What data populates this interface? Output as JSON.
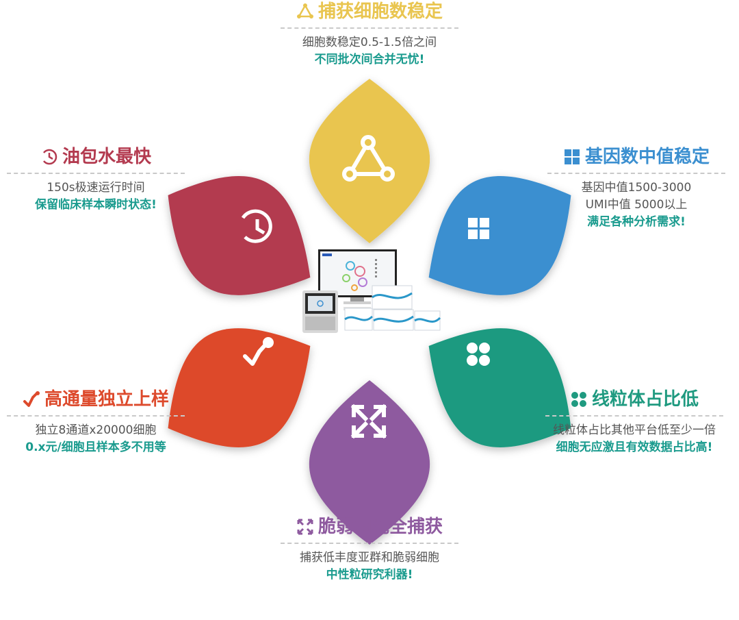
{
  "colors": {
    "yellow": "#e9c54f",
    "blue": "#3b8fd0",
    "green": "#1f9a80",
    "purple": "#8e5a9f",
    "orange": "#dd4a2c",
    "crimson": "#b33a4f",
    "teal_text": "#1a9b8e"
  },
  "features": {
    "capture": {
      "title": "捕获细胞数稳定",
      "line1": "细胞数稳定0.5-1.5倍之间",
      "line2": "不同批次间合并无忧!",
      "icon": "triangle-nodes-icon"
    },
    "genes": {
      "title": "基因数中值稳定",
      "line1": "基因中值1500-3000",
      "line1b": "UMI中值 5000以上",
      "line2": "满足各种分析需求!",
      "icon": "four-squares-icon"
    },
    "mito": {
      "title": "线粒体占比低",
      "line1": "线粒体占比其他平台低至少一倍",
      "line2": "细胞无应激且有效数据占比高!",
      "icon": "four-dots-icon"
    },
    "fragile": {
      "title": "脆弱细胞全捕获",
      "line1": "捕获低丰度亚群和脆弱细胞",
      "line2": "中性粒研究利器!",
      "icon": "expand-arrows-icon"
    },
    "throughput": {
      "title": "高通量独立上样",
      "line1": "独立8通道x20000细胞",
      "line2": "0.x元/细胞且样本多不用等",
      "icon": "zigzag-line-icon"
    },
    "speed": {
      "title": "油包水最快",
      "line1": "150s极速运行时间",
      "line2": "保留临床样本瞬时状态!",
      "icon": "clock-icon"
    }
  }
}
